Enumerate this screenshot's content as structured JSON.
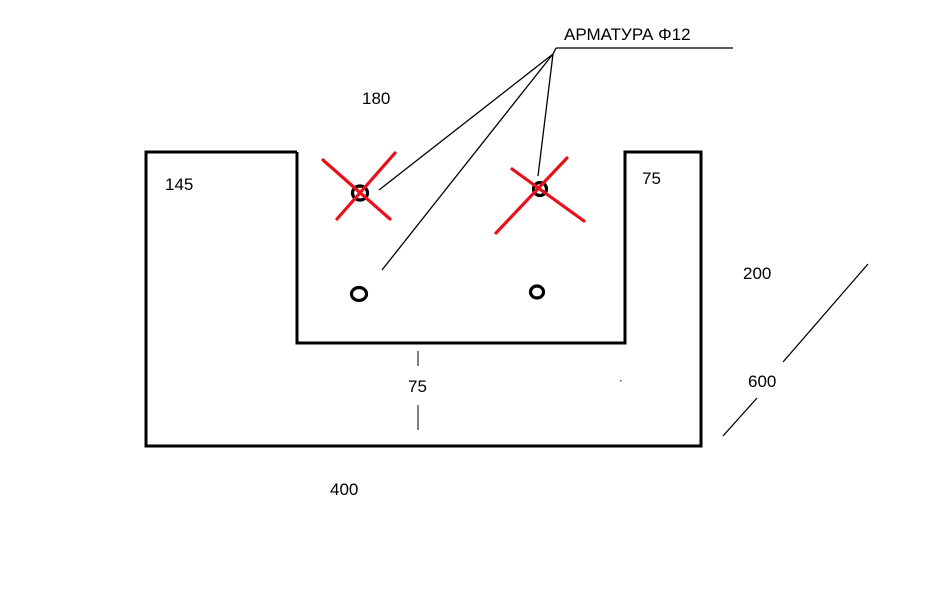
{
  "diagram": {
    "rebar_label": "АРМАТУРА Φ12",
    "dimensions": {
      "top_width": "180",
      "left_wall": "145",
      "right_wall": "75",
      "height": "200",
      "depth": "600",
      "bottom_thickness": "75",
      "total_width": "400"
    },
    "colors": {
      "outline": "#000000",
      "cross_mark": "#e8111b"
    },
    "rebars": {
      "total": 4,
      "crossed_out": 2
    }
  }
}
